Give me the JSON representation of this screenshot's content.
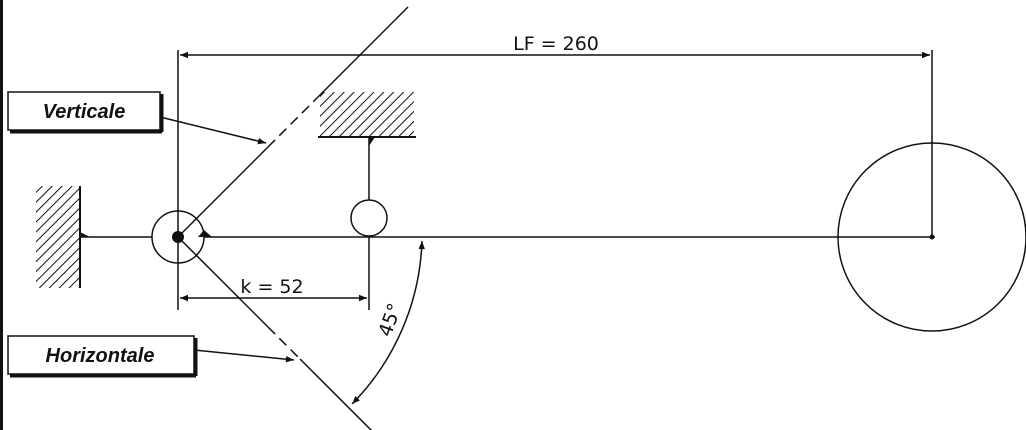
{
  "labels": {
    "vertical": "Verticale",
    "horizontal": "Horizontale"
  },
  "dimensions": {
    "lf": "LF = 260",
    "k": "k = 52",
    "angle": "45°"
  },
  "colors": {
    "ink": "#111111",
    "label_bg": "#ffffff"
  }
}
